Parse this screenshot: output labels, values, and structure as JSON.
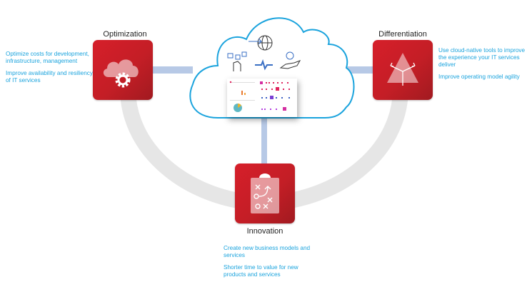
{
  "diagram": {
    "center": {
      "name": "Cloud",
      "icons": [
        "globe-plane-icon",
        "social-media-hand-icon",
        "connect-plug-icon",
        "dollar-hand-icon",
        "dashboard-screenshot"
      ]
    },
    "nodes": {
      "optimization": {
        "label": "Optimization",
        "icon": "cloud-gear-icon",
        "bullets": [
          "Optimize costs for development, infrastructure, management",
          "Improve availability and resiliency of IT services"
        ]
      },
      "differentiation": {
        "label": "Differentiation",
        "icon": "triangle-arrows-icon",
        "bullets": [
          "Use cloud-native tools to improve the experience your IT services deliver",
          "Improve operating model agility"
        ]
      },
      "innovation": {
        "label": "Innovation",
        "icon": "clipboard-strategy-icon",
        "bullets": [
          "Create new business models and services",
          "Shorter time to value for new products and services"
        ]
      }
    },
    "colors": {
      "tile_red": "#c41e26",
      "text_blue": "#1aa3dd",
      "cloud_outline": "#1aa3dd",
      "connector": "#b7c9e6",
      "ring": "#e6e6e6"
    }
  }
}
